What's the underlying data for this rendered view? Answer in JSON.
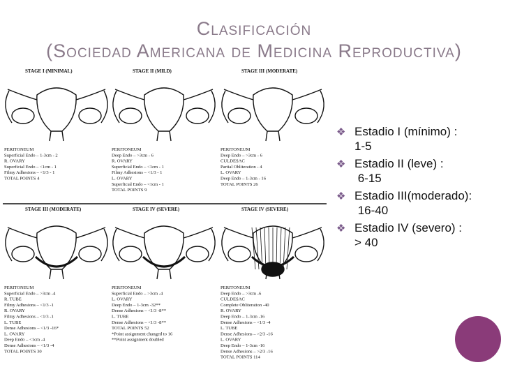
{
  "title": {
    "line1": "Clasificación",
    "line2": "(Sociedad Americana de Medicina Reproductiva)"
  },
  "bullets": [
    {
      "label": "Estadio I (mínimo) :",
      "value": "1-5"
    },
    {
      "label": "Estadio II (leve) :",
      "value": " 6-15"
    },
    {
      "label": "Estadio III(moderado):",
      "value": " 16-40"
    },
    {
      "label": "Estadio IV (severo) :",
      "value": "> 40"
    }
  ],
  "figure": {
    "panels": [
      {
        "header": "STAGE I (MINIMAL)",
        "lines": [
          "PERITONEUM",
          "  Superficial Endo  –  1-3cm  -  2",
          "R. OVARY",
          "  Superficial Endo  –  <1cm  -  1",
          "  Filmy Adhesions  –  <1/3  -  1",
          "      TOTAL POINTS         4"
        ]
      },
      {
        "header": "STAGE II (MILD)",
        "lines": [
          "PERITONEUM",
          "  Deep Endo  –  >3cm  -  6",
          "R. OVARY",
          "  Superficial Endo  –  <1cm  -  1",
          "  Filmy Adhesions  –  <1/3  -  1",
          "L. OVARY",
          "  Superficial Endo  –  <1cm  -  1",
          "      TOTAL POINTS         9"
        ]
      },
      {
        "header": "STAGE III (MODERATE)",
        "lines": [
          "PERITONEUM",
          "  Deep Endo  –  >3cm  -  6",
          "CULDESAC",
          "  Partial Obliteration  -  4",
          "L. OVARY",
          "  Deep Endo  –  1-3cm  -  16",
          "      TOTAL POINTS         26"
        ]
      },
      {
        "header": "STAGE III (MODERATE)",
        "lines": [
          "PERITONEUM",
          "  Superficial Endo  –  >3cm  -4",
          "R. TUBE",
          "  Filmy Adhesions  –  <1/3  -1",
          "R. OVARY",
          "  Filmy Adhesions  –  <1/3  -1",
          "L. TUBE",
          "  Dense Adhesions  –  <1/3  -16*",
          "L. OVARY",
          "  Deep Endo  –  <1cm  -4",
          "  Dense Adhesions  –  <1/3  -4",
          "      TOTAL POINTS        30"
        ]
      },
      {
        "header": "STAGE IV (SEVERE)",
        "lines": [
          "PERITONEUM",
          "  Superficial Endo  –  >3cm  -4",
          "L. OVARY",
          "  Deep Endo  –  1-3cm  -32**",
          "  Dense Adhesions  –  <1/3  -8**",
          "L. TUBE",
          "  Dense Adhesions  –  <1/3  -8**",
          "      TOTAL POINTS        52",
          "*Point assignment changed to 16",
          "**Point assignment doubled"
        ]
      },
      {
        "header": "STAGE IV (SEVERE)",
        "lines": [
          "PERITONEUM",
          "  Deep Endo  –  >3cm  -6",
          "CULDESAC",
          "  Complete Obliteration  -40",
          "R. OVARY",
          "  Deep Endo  –  1-3cm  -16",
          "  Dense Adhesions  –  <1/3  -4",
          "L. TUBE",
          "  Dense Adhesions  –  >2/3  -16",
          "L. OVARY",
          "  Deep Endo  –  1-3cm  -16",
          "  Dense Adhesions  –  >2/3  -16",
          "      TOTAL POINTS        114"
        ]
      }
    ]
  },
  "colors": {
    "title": "#8a7a8a",
    "bullet_mark": "#7a5a8a",
    "circle": "#8a3b79"
  }
}
